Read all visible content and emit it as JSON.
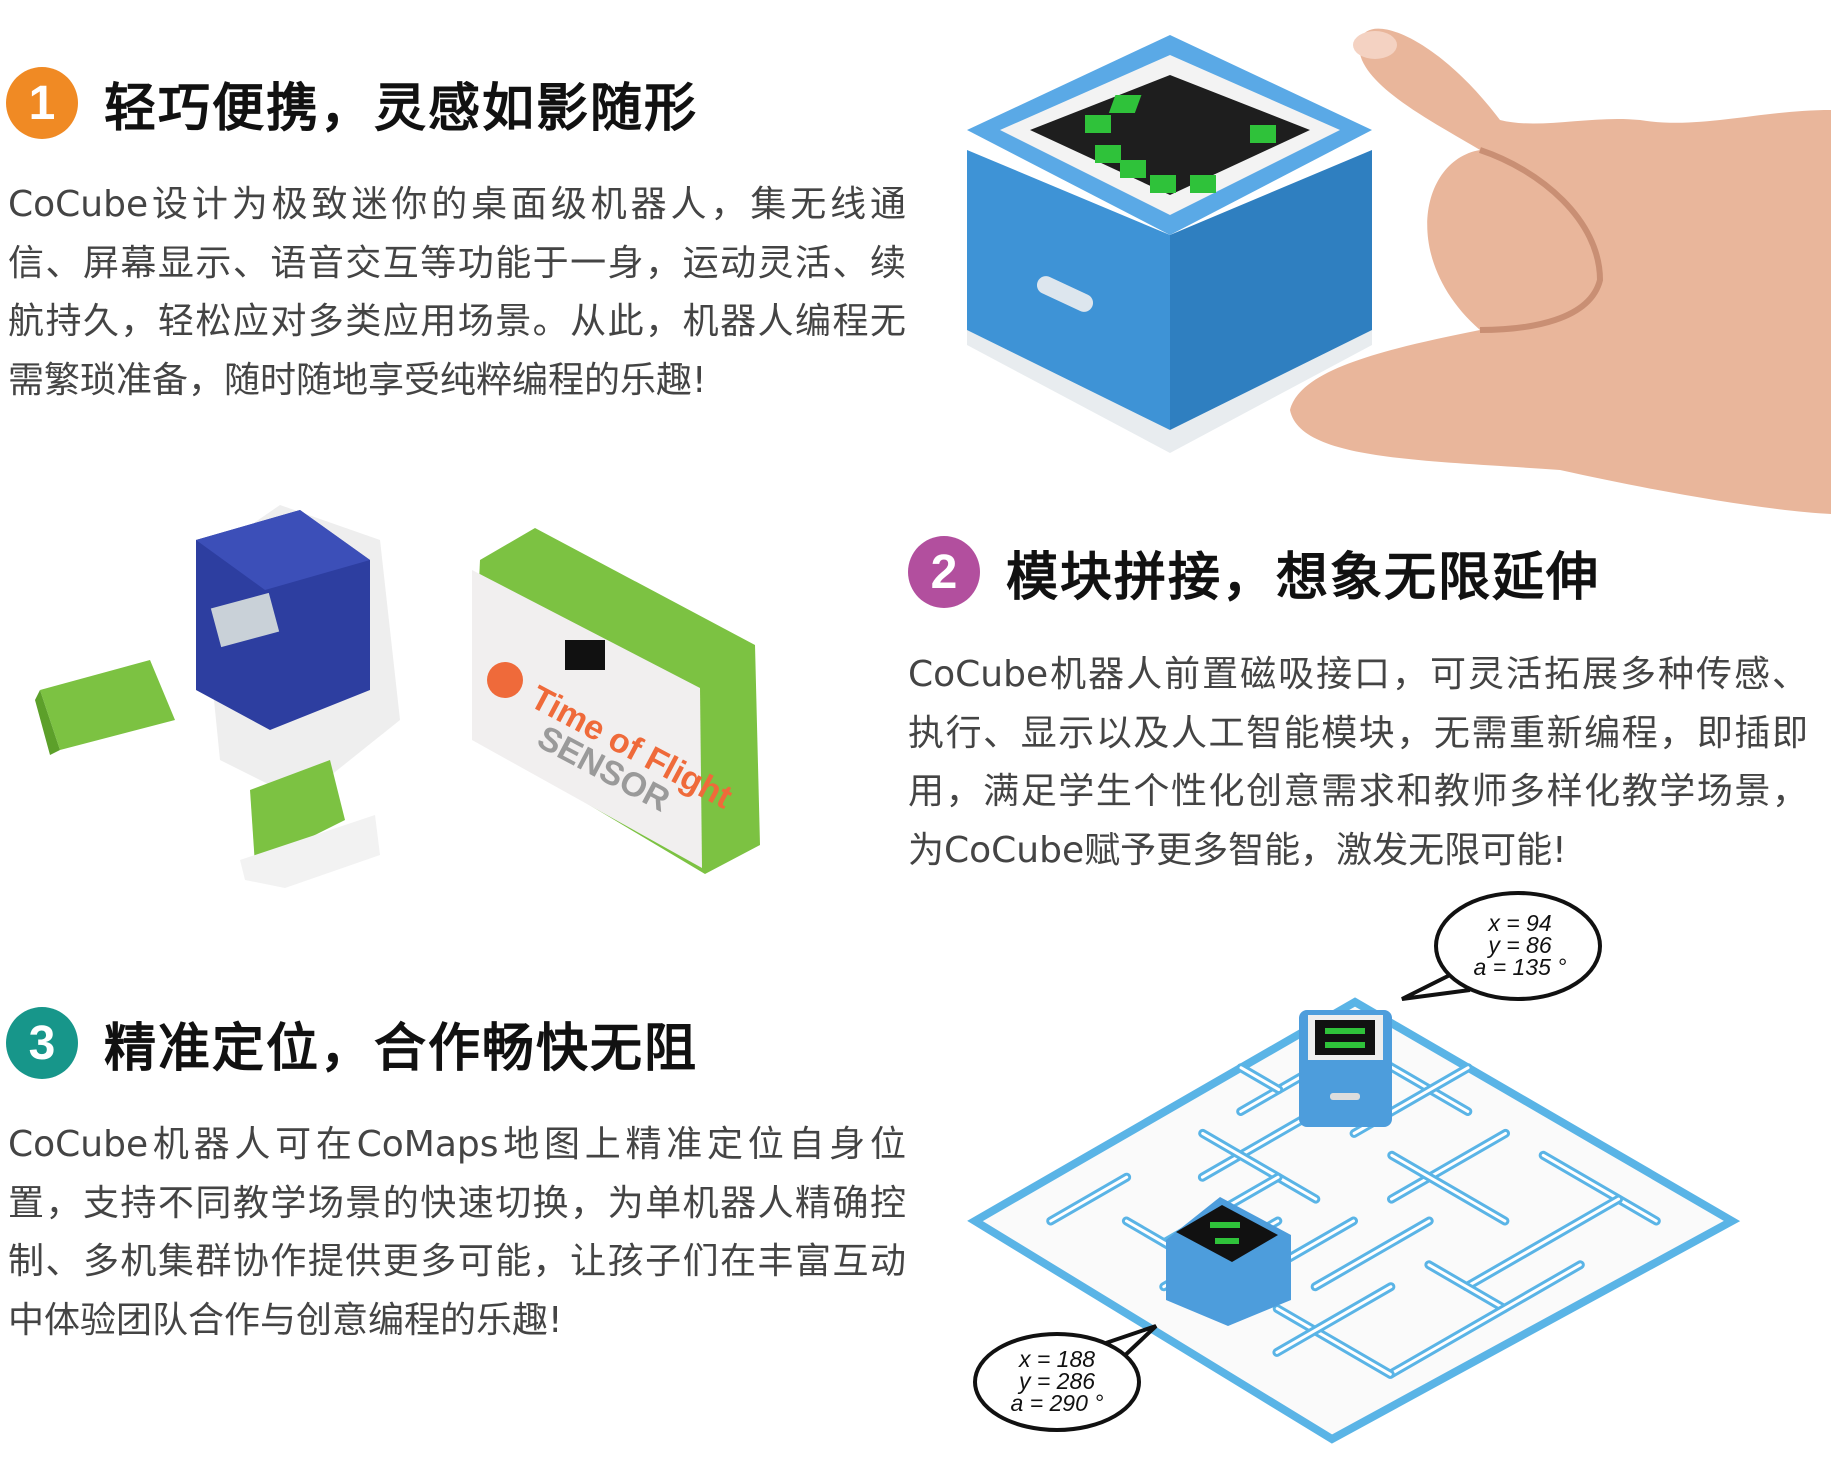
{
  "colors": {
    "orange": "#f08a24",
    "purple": "#b24f9e",
    "teal": "#17968a",
    "cube_blue": "#3e93d6",
    "module_green": "#7cc242",
    "maze_blue": "#5ab4e6"
  },
  "sections": [
    {
      "number": "1",
      "title": "轻巧便携，灵感如影随形",
      "lines": [
        "CoCube设计为极致迷你的桌面级机器人，集无线通",
        "信、屏幕显示、语音交互等功能于一身，运动灵活、续",
        "航持久，轻松应对多类应用场景。从此，机器人编程无",
        "需繁琐准备，随时随地享受纯粹编程的乐趣!"
      ]
    },
    {
      "number": "2",
      "title": "模块拼接，想象无限延伸",
      "lines": [
        "CoCube机器人前置磁吸接口，可灵活拓展多种传感、",
        "执行、显示以及人工智能模块，无需重新编程，即插即",
        "用，满足学生个性化创意需求和教师多样化教学场景，",
        "为CoCube赋予更多智能，激发无限可能!"
      ]
    },
    {
      "number": "3",
      "title": "精准定位，合作畅快无阻",
      "lines": [
        "CoCube机器人可在CoMaps地图上精准定位自身位",
        "置，支持不同教学场景的快速切换，为单机器人精确控",
        "制、多机集群协作提供更多可能，让孩子们在丰富互动",
        "中体验团队合作与创意编程的乐趣!"
      ]
    }
  ],
  "sensor_module": {
    "line1": "Time of Flight",
    "line2": "SENSOR"
  },
  "bubbles": [
    {
      "x": "x = 94",
      "y": "y = 86",
      "a": "a = 135 °"
    },
    {
      "x": "x = 188",
      "y": "y = 286",
      "a": "a = 290 °"
    }
  ]
}
